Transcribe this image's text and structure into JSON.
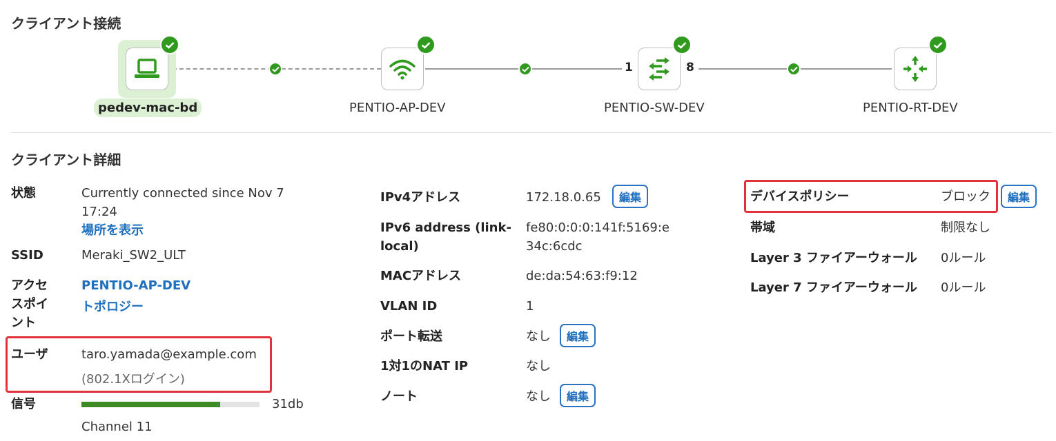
{
  "connection": {
    "title": "クライアント接続",
    "nodes": [
      {
        "label": "pedev-mac-bd",
        "icon": "laptop-icon"
      },
      {
        "label": "PENTIO-AP-DEV",
        "icon": "wifi-icon"
      },
      {
        "label": "PENTIO-SW-DEV",
        "icon": "switch-icon"
      },
      {
        "label": "PENTIO-RT-DEV",
        "icon": "router-icon"
      }
    ],
    "switch_ports": {
      "left": "1",
      "right": "8"
    }
  },
  "details": {
    "title": "クライアント詳細",
    "col1": {
      "status_label": "状態",
      "status_value_line1": "Currently connected since Nov 7",
      "status_value_line2": "17:24",
      "location_link": "場所を表示",
      "ssid_label": "SSID",
      "ssid_value": "Meraki_SW2_ULT",
      "ap_label_line1": "アクセ",
      "ap_label_line2": "スポイ",
      "ap_label_line3": "ント",
      "ap_value_link": "PENTIO-AP-DEV",
      "topology_link": "トポロジー",
      "user_label": "ユーザ",
      "user_value": "taro.yamada@example.com",
      "user_sub": "(802.1Xログイン)",
      "signal_label": "信号",
      "signal_value": "31db",
      "signal_fraction": 0.78,
      "channel_value": "Channel 11"
    },
    "col2": {
      "ipv4_label": "IPv4アドレス",
      "ipv4_value": "172.18.0.65",
      "ipv6_label_line1": "IPv6 address (link-",
      "ipv6_label_line2": "local)",
      "ipv6_value_line1": "fe80:0:0:0:141f:5169:e",
      "ipv6_value_line2": "34c:6cdc",
      "mac_label": "MACアドレス",
      "mac_value": "de:da:54:63:f9:12",
      "vlan_label": "VLAN ID",
      "vlan_value": "1",
      "port_fwd_label": "ポート転送",
      "port_fwd_value": "なし",
      "nat_label": "1対1のNAT IP",
      "nat_value": "なし",
      "note_label": "ノート",
      "note_value": "なし"
    },
    "col3": {
      "policy_label": "デバイスポリシー",
      "policy_value": "ブロック",
      "bandwidth_label": "帯域",
      "bandwidth_value": "制限なし",
      "l3_label": "Layer 3 ファイアーウォール",
      "l3_value": "0ルール",
      "l7_label": "Layer 7 ファイアーウォール",
      "l7_value": "0ルール"
    },
    "edit_label": "編集"
  },
  "colors": {
    "accent_green": "#2f9a1e",
    "link_blue": "#1f6fbf",
    "highlight_red": "#e0313d"
  }
}
